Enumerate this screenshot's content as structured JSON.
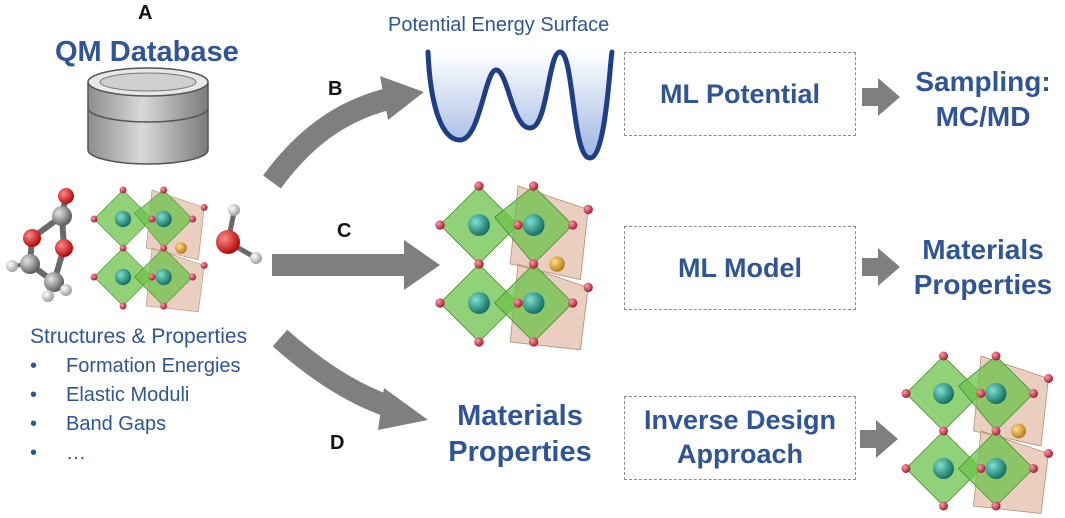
{
  "panels": {
    "a": "A",
    "b": "B",
    "c": "C",
    "d": "D"
  },
  "database": {
    "title": "QM Database",
    "icon": "database-cylinder-icon"
  },
  "structures": {
    "heading": "Structures & Properties",
    "items": [
      "Formation Energies",
      "Elastic Moduli",
      "Band Gaps",
      "…"
    ],
    "bullet": "•"
  },
  "row_b": {
    "caption": "Potential Energy Surface",
    "box_label": "ML Potential",
    "outcome_line1": "Sampling:",
    "outcome_line2": "MC/MD"
  },
  "row_c": {
    "box_label": "ML Model",
    "outcome_line1": "Materials",
    "outcome_line2": "Properties"
  },
  "row_d": {
    "input_line1": "Materials",
    "input_line2": "Properties",
    "box_line1": "Inverse Design",
    "box_line2": "Approach"
  },
  "colors": {
    "text_blue": "#2f5597",
    "arrow_gray": "#7f7f7f",
    "box_border": "#8a8a8a",
    "octahedron_green": "#6cc24a",
    "octahedron_tan": "#d8a58a",
    "atom_teal": "#1f8a7a",
    "atom_red": "#c8283f",
    "atom_gold": "#d99a2b",
    "molecule_gray": "#7a7a7a",
    "molecule_red": "#e02020"
  }
}
